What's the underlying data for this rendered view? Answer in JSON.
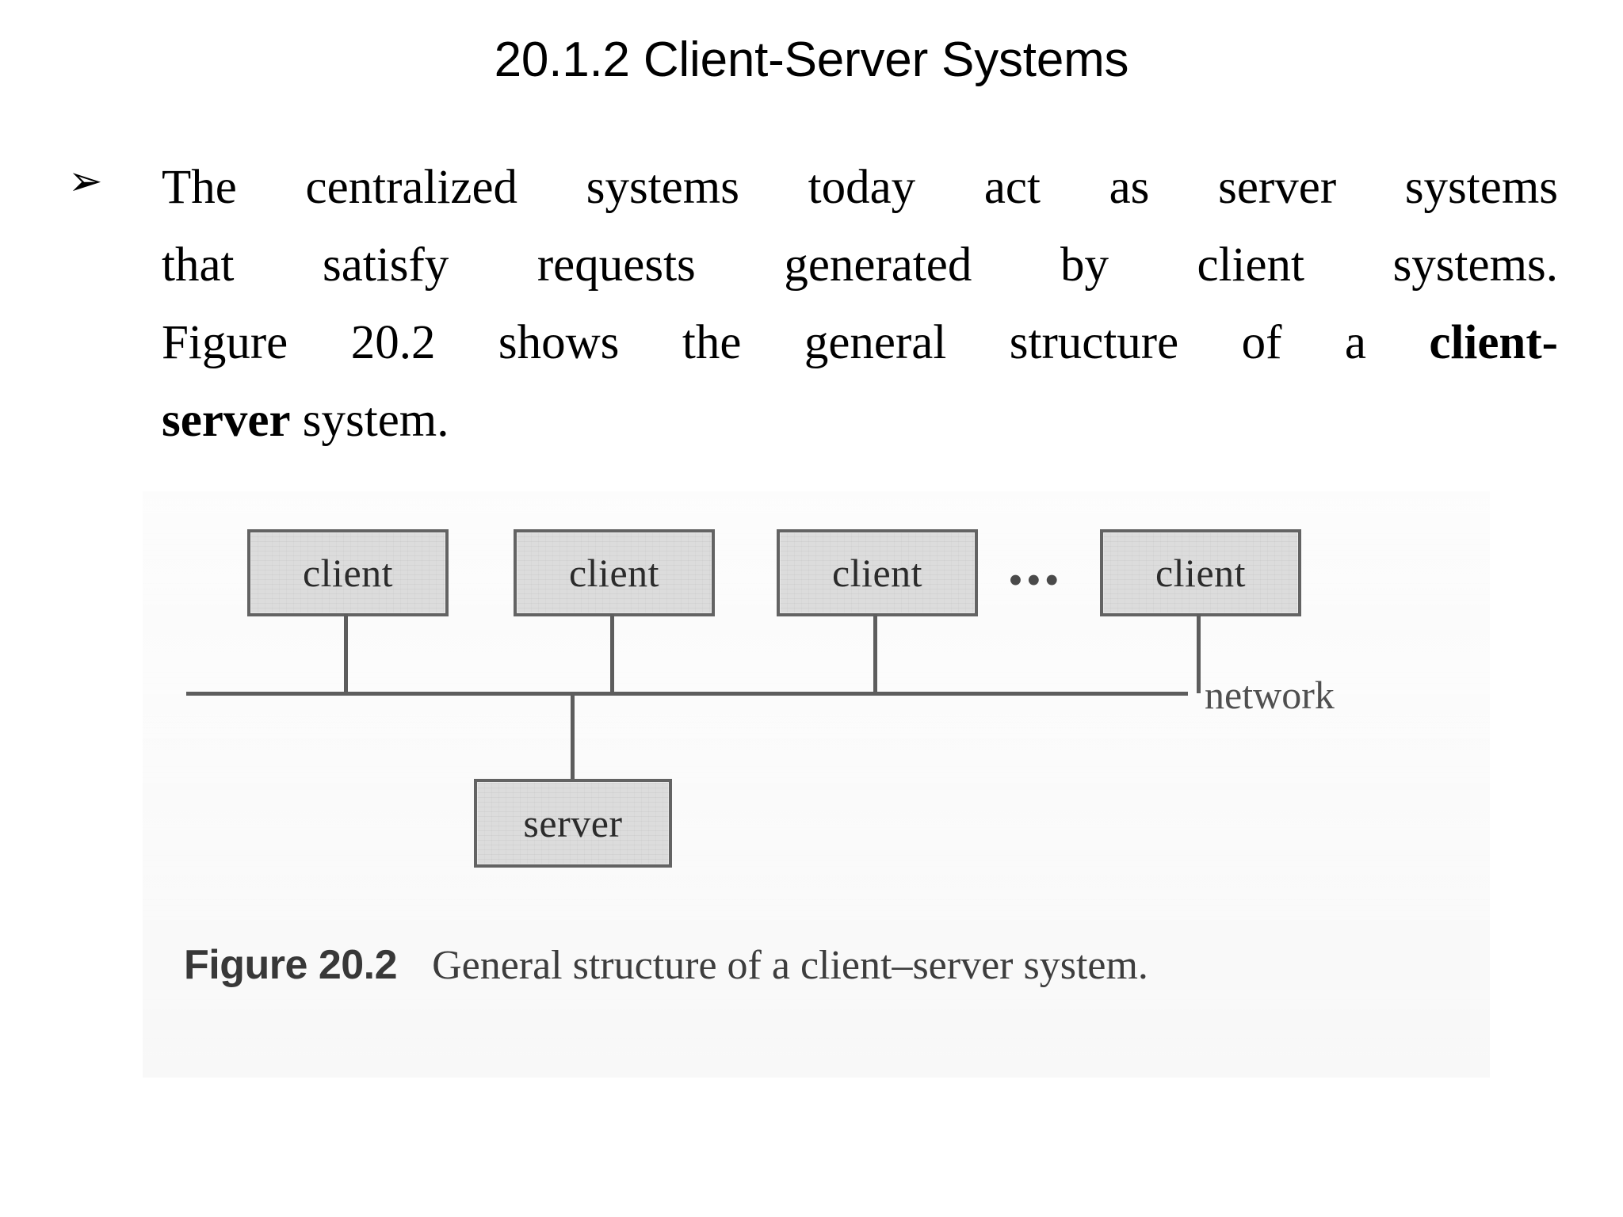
{
  "slide": {
    "title": "20.1.2 Client-Server Systems",
    "background_color": "#ffffff"
  },
  "bullet": {
    "marker_icon": "arrowhead-bullet-icon",
    "marker": "➢",
    "line1": "The centralized systems today act as server systems",
    "line2": "that satisfy requests generated by client systems.",
    "line3_plain": "Figure 20.2 shows the general structure of a ",
    "line3_bold": "client-",
    "line4_bold": "server",
    "line4_plain": " system.",
    "full_text": "The centralized systems today act as server systems that satisfy requests generated by client systems. Figure 20.2 shows the general structure of a client-server system."
  },
  "figure": {
    "nodes": [
      {
        "label": "client",
        "type": "client"
      },
      {
        "label": "client",
        "type": "client"
      },
      {
        "label": "client",
        "type": "client"
      },
      {
        "label": "client",
        "type": "client"
      }
    ],
    "ellipsis": "•••",
    "server": {
      "label": "server",
      "type": "server"
    },
    "network_label": "network",
    "box_fill_color": "#dcdcdc",
    "box_border_color": "#636363",
    "line_color": "#5d5d5d"
  },
  "caption": {
    "figure_number": "Figure 20.2",
    "description": "General structure of a client–server system."
  }
}
